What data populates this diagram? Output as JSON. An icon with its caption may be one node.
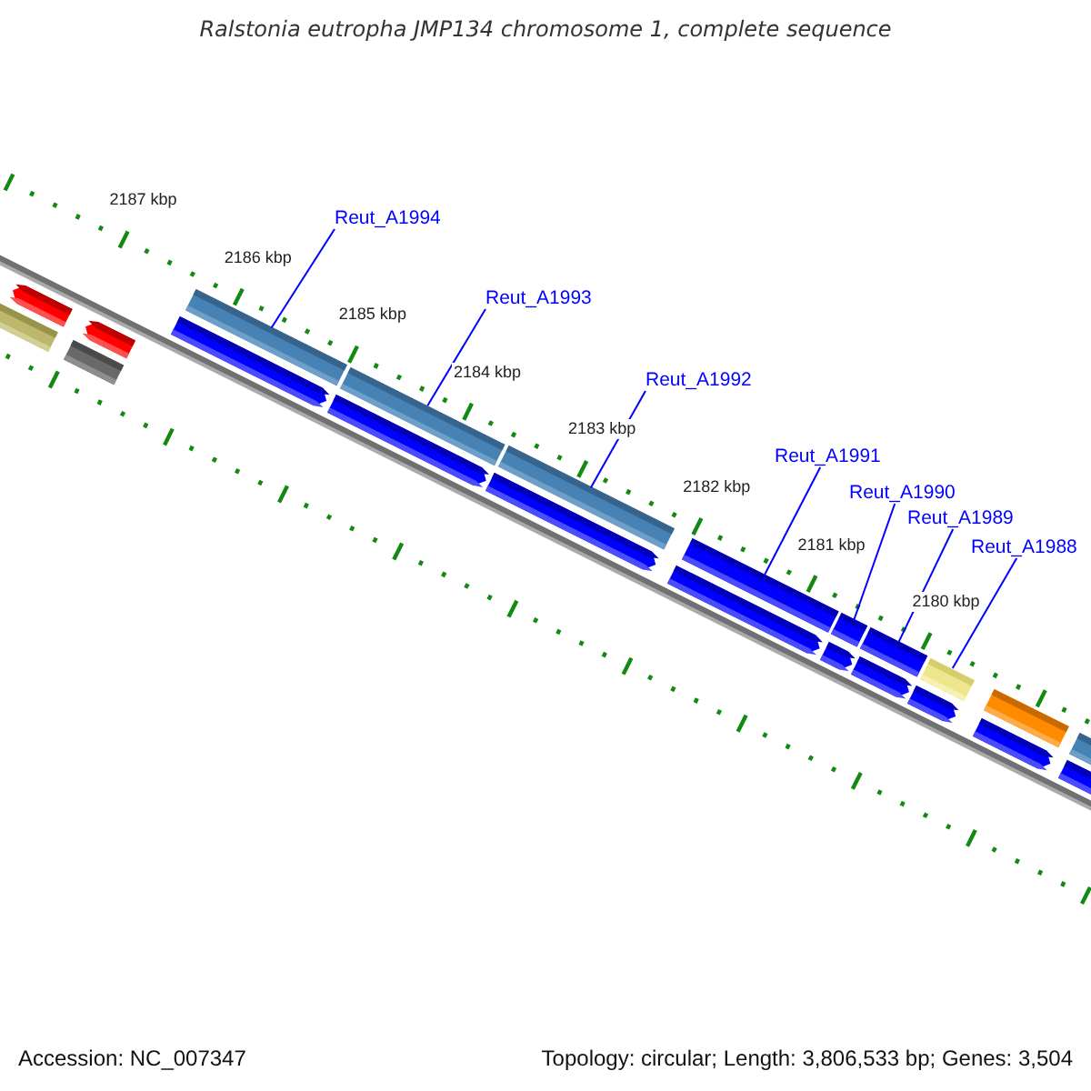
{
  "diagram": {
    "title": "Ralstonia eutropha JMP134 chromosome 1, complete sequence",
    "nodes": [
      {
        "text": [
          "Reut_A1994"
        ]
      },
      {
        "text": [
          "Reut_A1993"
        ]
      },
      {
        "text": [
          "Reut_A1992"
        ]
      },
      {
        "text": [
          "Reut_A1991"
        ]
      },
      {
        "text": [
          "Reut_A1990"
        ]
      },
      {
        "text": [
          "Reut_A1989"
        ]
      },
      {
        "text": [
          "Reut_A1988"
        ]
      },
      {
        "text": [],
        "shape": "bar"
      },
      {
        "text": [],
        "shape": "pentagon"
      },
      {
        "text": [],
        "shape": "bar"
      },
      {
        "text": [],
        "shape": "pentagon"
      },
      {
        "text": [],
        "shape": "bar"
      },
      {
        "text": [],
        "shape": "pentagon"
      },
      {
        "text": [],
        "shape": "bar"
      },
      {
        "text": [],
        "shape": "pentagon"
      },
      {
        "text": [],
        "shape": "bar"
      },
      {
        "text": [],
        "shape": "pentagon"
      },
      {
        "text": [],
        "shape": "bar"
      },
      {
        "text": [],
        "shape": "pentagon"
      },
      {
        "text": [],
        "shape": "bar"
      },
      {
        "text": [],
        "shape": "pentagon"
      },
      {
        "text": [],
        "shape": "bar"
      },
      {
        "text": [],
        "shape": "pentagon"
      },
      {
        "text": [],
        "shape": "bar"
      },
      {
        "text": [],
        "shape": "pentagon"
      },
      {
        "text": [],
        "shape": "bar"
      },
      {
        "text": [],
        "shape": "pentagon"
      },
      {
        "text": [],
        "shape": "bar"
      },
      {
        "text": [],
        "shape": "pentagon"
      }
    ],
    "edges": [
      {
        "from": 0,
        "to": 11,
        "arrow": "none"
      },
      {
        "from": 1,
        "to": 13,
        "arrow": "none"
      },
      {
        "from": 2,
        "to": 15,
        "arrow": "none"
      },
      {
        "from": 3,
        "to": 17,
        "arrow": "none"
      },
      {
        "from": 4,
        "to": 19,
        "arrow": "none"
      },
      {
        "from": 5,
        "to": 21,
        "arrow": "none"
      },
      {
        "from": 6,
        "to": 23,
        "arrow": "none"
      }
    ],
    "labels": [
      "2187 kbp",
      "2186 kbp",
      "2185 kbp",
      "2184 kbp",
      "2183 kbp",
      "2182 kbp",
      "2181 kbp",
      "2180 kbp",
      "Accession: NC_007347",
      "Topology: circular; Length: 3,806,533 bp; Genes: 3,504"
    ]
  }
}
